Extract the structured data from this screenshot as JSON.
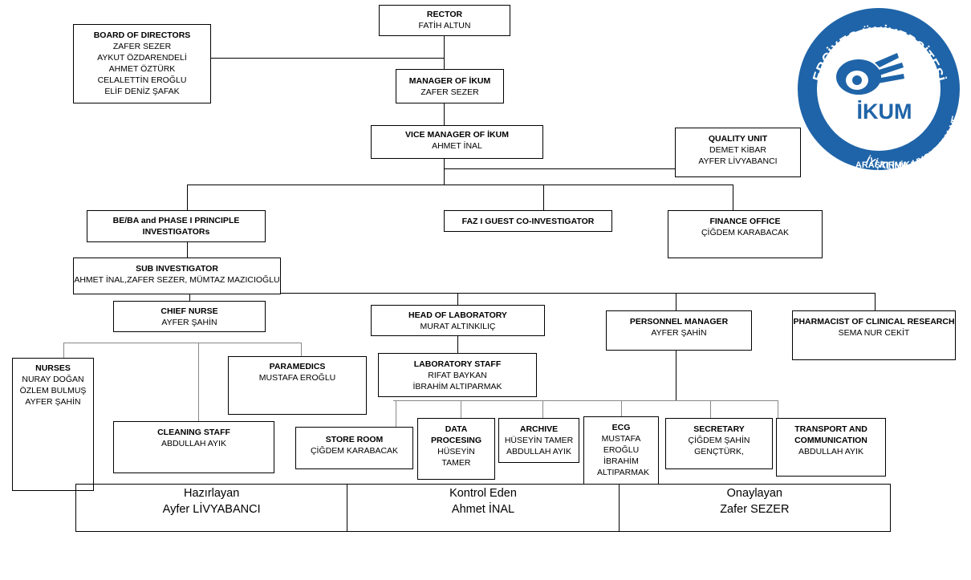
{
  "chart": {
    "boxes": {
      "rector": {
        "title": "RECTOR",
        "names": [
          "FATİH ALTUN"
        ]
      },
      "board": {
        "title": "BOARD OF DIRECTORS",
        "names": [
          "ZAFER SEZER",
          "AYKUT ÖZDARENDELİ",
          "AHMET ÖZTÜRK",
          "CELALETTİN EROĞLU",
          "ELİF DENİZ ŞAFAK"
        ]
      },
      "manager": {
        "title": "MANAGER OF İKUM",
        "names": [
          "ZAFER SEZER"
        ]
      },
      "vice_manager": {
        "title": "VICE MANAGER OF İKUM",
        "names": [
          "AHMET İNAL"
        ]
      },
      "quality": {
        "title": "QUALITY UNIT",
        "names": [
          "DEMET KİBAR",
          "AYFER LİVYABANCI"
        ]
      },
      "be_ba": {
        "title": "BE/BA and PHASE I PRINCIPLE INVESTIGATORs",
        "names": []
      },
      "faz1": {
        "title": "FAZ I GUEST CO-INVESTIGATOR",
        "names": []
      },
      "finance": {
        "title": "FINANCE OFFICE",
        "names": [
          "ÇİĞDEM KARABACAK"
        ]
      },
      "sub_inv": {
        "title": "SUB INVESTIGATOR",
        "names": [
          "AHMET İNAL,ZAFER SEZER, MÜMTAZ MAZICIOĞLU"
        ]
      },
      "chief_nurse": {
        "title": "CHIEF NURSE",
        "names": [
          "AYFER ŞAHİN"
        ]
      },
      "head_lab": {
        "title": "HEAD OF LABORATORY",
        "names": [
          "MURAT ALTINKILIÇ"
        ]
      },
      "personnel": {
        "title": "PERSONNEL MANAGER",
        "names": [
          "AYFER ŞAHİN"
        ]
      },
      "pharmacist": {
        "title": "PHARMACIST OF CLINICAL RESEARCH",
        "names": [
          "SEMA NUR CEKİT"
        ]
      },
      "nurses": {
        "title": "NURSES",
        "names": [
          "NURAY DOĞAN",
          "ÖZLEM BULMUŞ",
          "AYFER ŞAHİN"
        ]
      },
      "paramedics": {
        "title": "PARAMEDICS",
        "names": [
          "MUSTAFA EROĞLU"
        ]
      },
      "lab_staff": {
        "title": "LABORATORY STAFF",
        "names": [
          "RIFAT BAYKAN",
          "İBRAHİM ALTIPARMAK"
        ]
      },
      "cleaning": {
        "title": "CLEANING STAFF",
        "names": [
          "ABDULLAH AYIK"
        ]
      },
      "store": {
        "title": "STORE ROOM",
        "names": [
          "ÇİĞDEM KARABACAK"
        ]
      },
      "data": {
        "title": "DATA PROCESING",
        "names": [
          "HÜSEYİN TAMER"
        ]
      },
      "archive": {
        "title": "ARCHIVE",
        "names": [
          "HÜSEYİN TAMER",
          "ABDULLAH AYIK"
        ]
      },
      "ecg": {
        "title": "ECG",
        "names": [
          "MUSTAFA EROĞLU",
          "İBRAHİM ALTIPARMAK"
        ]
      },
      "secretary": {
        "title": "SECRETARY",
        "names": [
          "ÇİĞDEM ŞAHİN GENÇTÜRK,"
        ]
      },
      "transport": {
        "title": "TRANSPORT AND COMMUNICATION",
        "names": [
          "ABDULLAH AYIK"
        ]
      }
    }
  },
  "footer": {
    "prepared": {
      "label": "Hazırlayan",
      "name": "Ayfer LİVYABANCI"
    },
    "checked": {
      "label": "Kontrol Eden",
      "name": "Ahmet İNAL"
    },
    "approved": {
      "label": "Onaylayan",
      "name": "Zafer SEZER"
    }
  },
  "logo": {
    "top_text": "ERCİYES ÜNİVERSİTESİ",
    "center_text": "İKUM",
    "bottom_text_1": "İYİ KLİNİK UYGULAMA VE",
    "bottom_text_2": "ARAŞTIRMA MERKEZİ",
    "color": "#1f64a8"
  }
}
